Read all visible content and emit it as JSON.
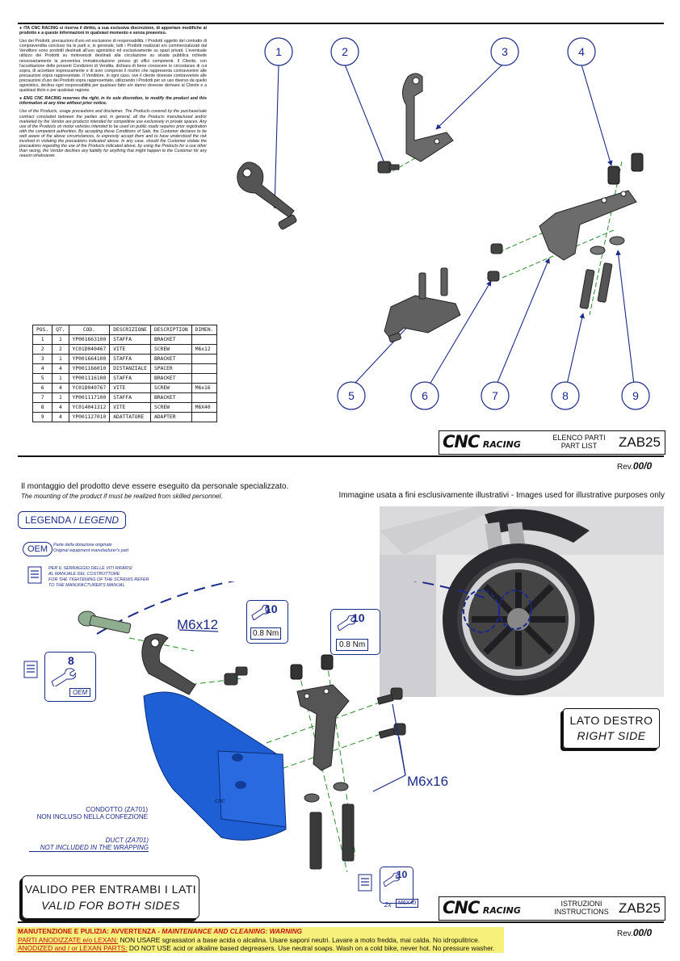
{
  "legal": {
    "ita_head": "ITA CNC RACING si riserva il diritto, a sua esclusiva discrezione, di apportare modifiche al prodotto e a queste informazioni in qualsiasi momento e senza preavviso.",
    "ita_body": "Uso dei Prodotti, precauzioni d'uso ed esclusione di responsabilità. I Prodotti oggetto del contratto di compravendita concluso tra le parti e, in generale, tutti i Prodotti realizzati e/o commercializzati dal Venditore sono prodotti destinati all'uso agonistico ed esclusivamente su spazi privati. L'eventuale utilizzo dei Prodotti su motoveicoli destinati alla circolazione su strada pubblica richiede necessariamente la preventiva immatricolazione presso gli uffici competenti. Il Cliente, con l'accettazione delle presenti Condizioni di Vendita, dichiara di bene conoscere le circostanze di cui sopra, di accettare espressamente e di aver compreso il rischio che rappresenta contravvenire alle precauzioni sopra rappresentate. Il Venditore, in ogni caso, ove il cliente dovesse contravvenire alle precauzioni d'uso dei Prodotti sopra rappresentate, utilizzando i Prodotti per un uso diverso da quello agonistico, declina ogni responsabilità per qualsiasi fatto e/o danno dovesse derivare al Cliente e a qualsiasi titolo e per qualsiasi ragione.",
    "eng_head": "ENG CNC RACING reserves the right, in its sole discretion, to modify the product and this information at any time without prior notice.",
    "eng_body": "Use of the Products, usage precautions and disclaimer. The Products covered by the purchase/sale contract concluded between the parties and, in general, all the Products manufactured and/or marketed by the Vendor are products intended for competitive use exclusively in private spaces. Any use of the Products on motor vehicles intended to be used on public roads requires prior registration with the competent authorities. By accepting these Conditions of Sale, the Customer declares to be well aware of the above circumstances, to expressly accept them and to have understood the risk involved in violating the precautions indicated above. In any case, should the Customer violate the precautions regarding the use of the Products indicated above, by using the Products for a use other than racing, the Vendor declines any liability for anything that might happen to the Customer for any reason whatsoever."
  },
  "callouts": [
    "1",
    "2",
    "3",
    "4",
    "5",
    "6",
    "7",
    "8",
    "9"
  ],
  "parts_table": {
    "headers": [
      "POS.",
      "QT.",
      "COD.",
      "DESCRIZIONE",
      "DESCRIPTION",
      "DIMEN."
    ],
    "rows": [
      [
        "1",
        "1",
        "YP001663100",
        "STAFFA",
        "BRACKET",
        ""
      ],
      [
        "2",
        "2",
        "YC01D040467",
        "VITE",
        "SCREW",
        "M6x12"
      ],
      [
        "3",
        "1",
        "YP001664100",
        "STAFFA",
        "BRACKET",
        ""
      ],
      [
        "4",
        "4",
        "YP001166010",
        "DISTANZIALE",
        "SPACER",
        ""
      ],
      [
        "5",
        "1",
        "YP001116100",
        "STAFFA",
        "BRACKET",
        ""
      ],
      [
        "6",
        "4",
        "YC01D040767",
        "VITE",
        "SCREW",
        "M6x16"
      ],
      [
        "7",
        "1",
        "YP001117100",
        "STAFFA",
        "BRACKET",
        ""
      ],
      [
        "8",
        "4",
        "YC014041312",
        "VITE",
        "SCREW",
        "M6X40"
      ],
      [
        "9",
        "4",
        "YP001127010",
        "ADATTATORE",
        "ADAPTER",
        ""
      ]
    ]
  },
  "title_block_top": {
    "logo_main": "CNC",
    "logo_sub": "RACING",
    "line1": "ELENCO PARTI",
    "line2": "PART LIST",
    "code": "ZAB25"
  },
  "rev_top": {
    "label": "Rev.",
    "value": "00/0"
  },
  "notice": {
    "it": "Il montaggio del prodotto deve essere eseguito da personale specializzato.",
    "en": "The mounting of the product if must be realized from skilled personnel.",
    "image_note": "Immagine usata a fini esclusivamente illustrativi - Images used for illustrative purposes only"
  },
  "legend": {
    "title_it": "LEGENDA",
    "title_en": "LEGEND",
    "oem": "OEM",
    "oem_it": "Parte della dotazione originale",
    "oem_en": "Original equipment manufacturer's part",
    "manual_it1": "PER IL SERRAGGIO DELLE VITI RIFARSI",
    "manual_it2": "AL MANUALE DEL COSTRUTTORE",
    "manual_en1": "FOR THE TIGHTENING OF THE SCREWS REFER",
    "manual_en2": "TO THE MANUFACTURER'S MANUAL"
  },
  "assembly": {
    "m6x12": "M6x12",
    "torque_a": "10",
    "torque_a_unit": "0.8 Nm",
    "torque_b": "10",
    "torque_b_unit": "0.8 Nm",
    "m6x16": "M6x16",
    "oem_wrench_num": "8",
    "oem_tag": "OEM",
    "torque_c": "10",
    "qty_c": "2x",
    "screw_c": "M6X40",
    "duct_it1": "CONDOTTO (ZA701)",
    "duct_it2": "NON INCLUSO NELLA CONFEZIONE",
    "duct_en1": "DUCT (ZA701)",
    "duct_en2": "NOT INCLUDED IN THE WRAPPING",
    "duct_mark": "CNC"
  },
  "side_box": {
    "it": "LATO DESTRO",
    "en": "RIGHT SIDE"
  },
  "both_box": {
    "it": "VALIDO PER ENTRAMBI I LATI",
    "en": "VALID FOR BOTH SIDES"
  },
  "title_block_bottom": {
    "logo_main": "CNC",
    "logo_sub": "RACING",
    "line1": "ISTRUZIONI",
    "line2": "INSTRUCTIONS",
    "code": "ZAB25"
  },
  "rev_bottom": {
    "label": "Rev.",
    "value": "00/0"
  },
  "maintenance": {
    "line1_a": "MANUTENZIONE E PULIZIA: AVVERTENZA - ",
    "line1_b": "MAINTENANCE AND CLEANING: WARNING",
    "line2_a": "PARTI ANODIZZATE e/o LEXAN:",
    "line2_b": " NON USARE sgrassatori a base acida o alcalina. Usare saponi neutri. Lavare a moto fredda, mai calda. No idropulitrice.",
    "line3_a": "ANODIZED and / or LEXAN PARTS:",
    "line3_b": " DO NOT USE acid or alkaline based degreasers. Use neutral soaps. Wash on a cold bike, never hot. No pressure washer."
  },
  "colors": {
    "ink_blue": "#1b2a88",
    "duct_blue": "#1f5fd6",
    "warning_red": "#c31212",
    "highlight": "#f7f07a"
  }
}
